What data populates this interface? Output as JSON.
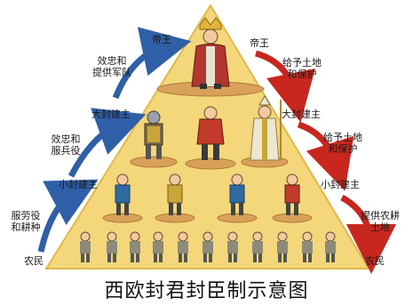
{
  "diagram": {
    "title": "西欧封君封臣制示意图",
    "left_labels": {
      "king": "帝王",
      "great_lord": "大封建主",
      "lesser_lord": "小封建主",
      "peasants": "农民"
    },
    "right_labels": {
      "king": "帝王",
      "great_lord": "大封建主",
      "lesser_lord": "小封建主",
      "peasants": "农民"
    },
    "upward_arrows": [
      {
        "text": "效忠和\n提供军队"
      },
      {
        "text": "效忠和\n服兵役"
      },
      {
        "text": "服劳役\n和耕种"
      }
    ],
    "downward_arrows": [
      {
        "text": "给予土地\n和保护"
      },
      {
        "text": "给予土地\n和保护"
      },
      {
        "text": "提供农耕\n土地"
      }
    ],
    "colors": {
      "pyramid": "#f3d77a",
      "pyramid_edge": "#e0b84c",
      "platform": "#d8a15a",
      "up_arrow": "#2f5fa6",
      "down_arrow": "#c8271f"
    }
  }
}
